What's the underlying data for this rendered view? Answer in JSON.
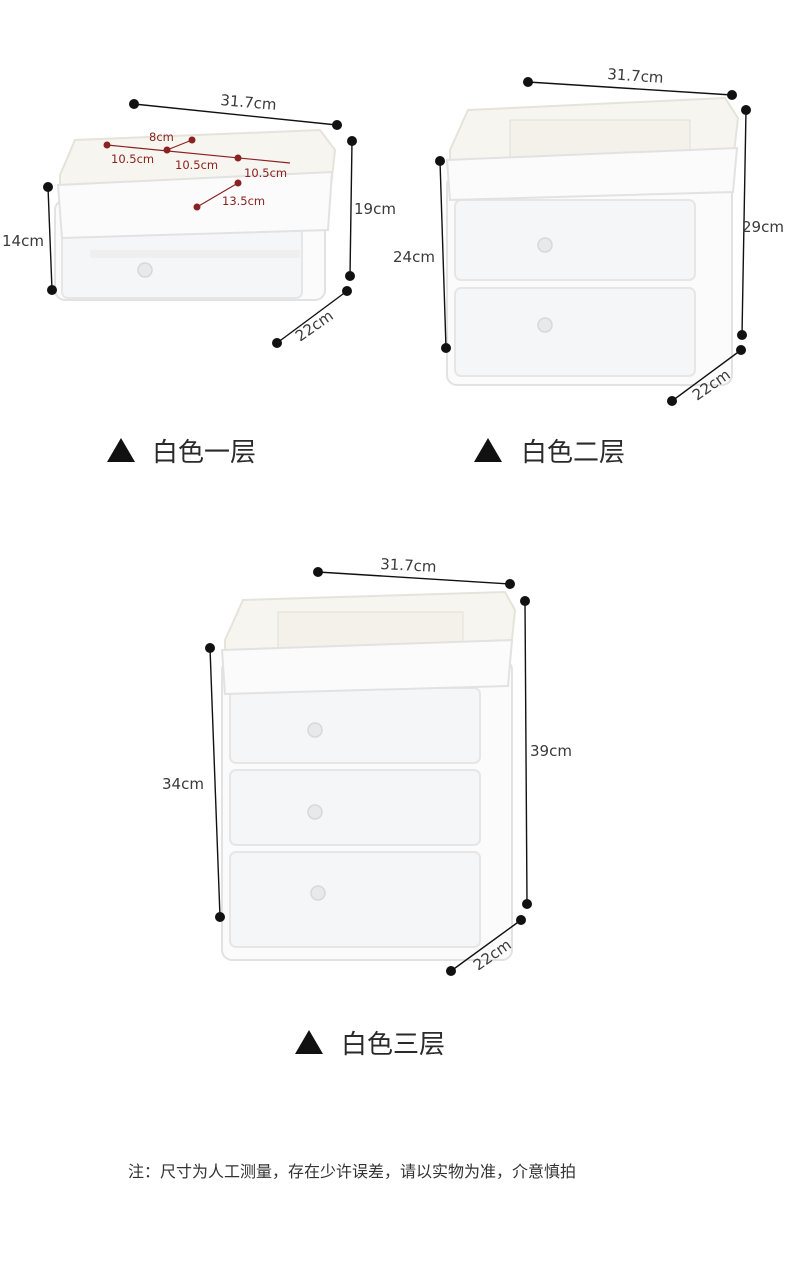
{
  "product_one_layer": {
    "caption": "白色一层",
    "width": "31.7cm",
    "height_back": "19cm",
    "height_front": "14cm",
    "depth": "22cm",
    "compartments": {
      "a": "8cm",
      "b": "10.5cm",
      "c": "10.5cm",
      "d": "10.5cm",
      "e": "13.5cm"
    }
  },
  "product_two_layer": {
    "caption": "白色二层",
    "width": "31.7cm",
    "height_back": "29cm",
    "height_front": "24cm",
    "depth": "22cm"
  },
  "product_three_layer": {
    "caption": "白色三层",
    "width": "31.7cm",
    "height_back": "39cm",
    "height_front": "34cm",
    "depth": "22cm"
  },
  "note": "注：尺寸为人工测量，存在少许误差，请以实物为准，介意慎拍",
  "colors": {
    "dimension_line": "#111111",
    "inner_dimension": "#8b2222",
    "caption_triangle": "#111111"
  }
}
